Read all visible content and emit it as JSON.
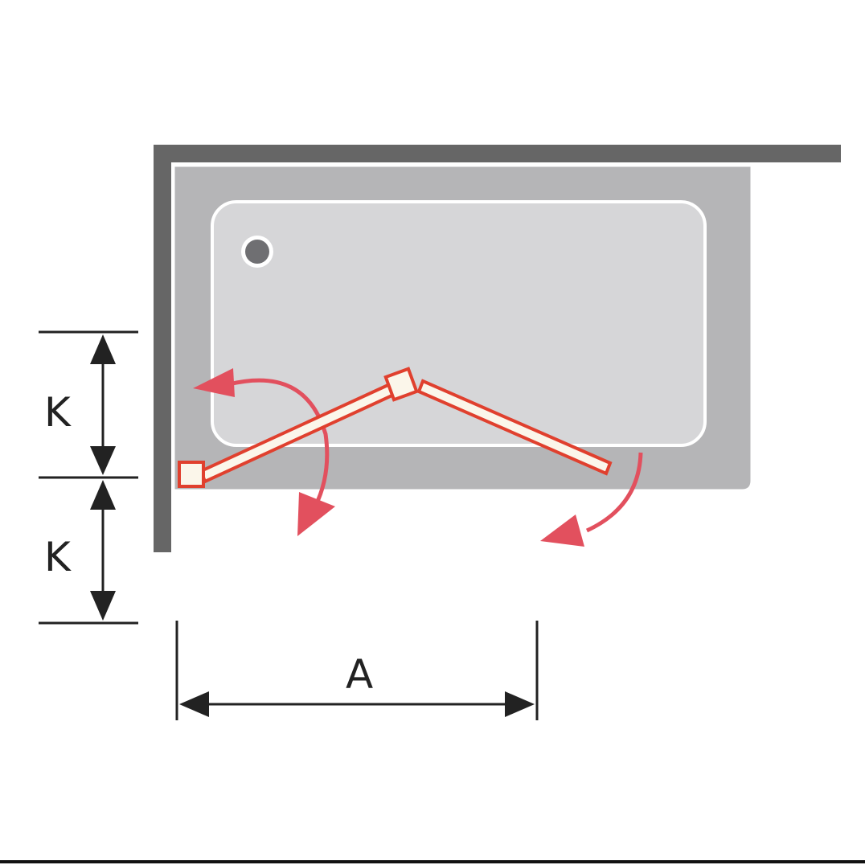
{
  "diagram": {
    "labels": {
      "k_upper": "K",
      "k_lower": "K",
      "a": "A"
    },
    "colors": {
      "wall": "#666666",
      "tub": "#b5b5b7",
      "basin": "#d6d6d8",
      "door": "#e0402e",
      "arrow": "#e2505e",
      "dimension": "#222222"
    }
  }
}
